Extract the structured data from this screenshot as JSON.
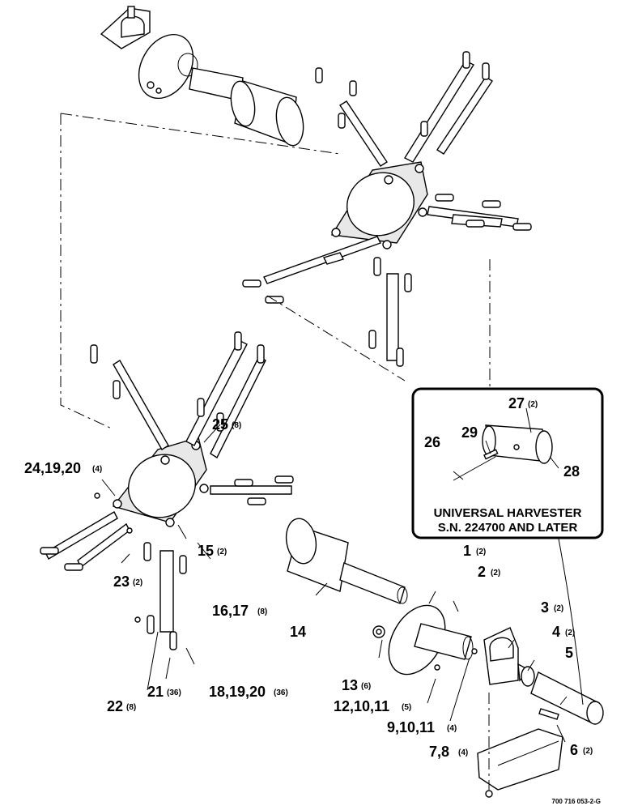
{
  "diagram": {
    "drawing_code": "700 716 053-2-G",
    "inset": {
      "line1": "UNIVERSAL HARVESTER",
      "line2": "S.N. 224700 AND LATER"
    },
    "callouts": {
      "c1": {
        "num": "1",
        "qty": "(2)"
      },
      "c2": {
        "num": "2",
        "qty": "(2)"
      },
      "c3": {
        "num": "3",
        "qty": "(2)"
      },
      "c4": {
        "num": "4",
        "qty": "(2)"
      },
      "c5": {
        "num": "5",
        "qty": ""
      },
      "c6": {
        "num": "6",
        "qty": "(2)"
      },
      "c7": {
        "num": "7,8",
        "qty": "(4)"
      },
      "c9": {
        "num": "9,10,11",
        "qty": "(4)"
      },
      "c12": {
        "num": "12,10,11",
        "qty": "(5)"
      },
      "c13": {
        "num": "13",
        "qty": "(6)"
      },
      "c14": {
        "num": "14",
        "qty": ""
      },
      "c15": {
        "num": "15",
        "qty": "(2)"
      },
      "c16": {
        "num": "16,17",
        "qty": "(8)"
      },
      "c18": {
        "num": "18,19,20",
        "qty": "(36)"
      },
      "c21": {
        "num": "21",
        "qty": "(36)"
      },
      "c22": {
        "num": "22",
        "qty": "(8)"
      },
      "c23": {
        "num": "23",
        "qty": "(2)"
      },
      "c24": {
        "num": "24,19,20",
        "qty": "(4)"
      },
      "c25": {
        "num": "25",
        "qty": "(8)"
      },
      "c26": {
        "num": "26",
        "qty": ""
      },
      "c27": {
        "num": "27",
        "qty": "(2)"
      },
      "c28": {
        "num": "28",
        "qty": ""
      },
      "c29": {
        "num": "29",
        "qty": ""
      }
    }
  }
}
